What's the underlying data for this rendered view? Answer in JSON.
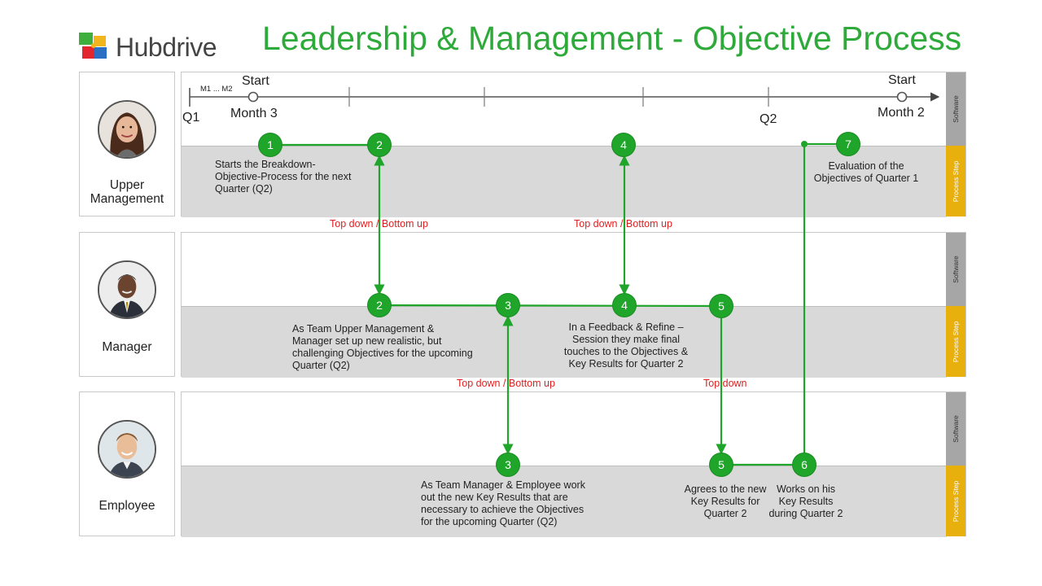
{
  "logo": {
    "text": "Hubdrive"
  },
  "title": "Leadership & Management - Objective Process",
  "roles": {
    "upper": {
      "lines": [
        "Upper",
        "Management"
      ]
    },
    "manager": {
      "lines": [
        "Manager"
      ]
    },
    "employee": {
      "lines": [
        "Employee"
      ]
    }
  },
  "lane_side": {
    "software": "Software",
    "process": "Process Step"
  },
  "timeline": {
    "q1": "Q1",
    "m1m2": "M1 ... M2",
    "start_left": "Start",
    "month_left": "Month 3",
    "q2": "Q2",
    "start_right": "Start",
    "month_right": "Month 2"
  },
  "steps": {
    "s1": "1",
    "s2u": "2",
    "s4u": "4",
    "s7": "7",
    "s2m": "2",
    "s3m": "3",
    "s4m": "4",
    "s5m": "5",
    "s3e": "3",
    "s5e": "5",
    "s6": "6"
  },
  "descriptions": {
    "upper_left": [
      "Starts the Breakdown-",
      "Objective-Process for the next",
      "Quarter (Q2)"
    ],
    "upper_right": [
      "Evaluation of the",
      "Objectives of Quarter 1"
    ],
    "manager_left": [
      "As Team Upper Management &",
      "Manager set up new realistic, but",
      "challenging Objectives for the upcoming",
      "Quarter (Q2)"
    ],
    "manager_mid": [
      "In a Feedback & Refine –",
      "Session they make final",
      "touches to the Objectives &",
      "Key Results for Quarter 2"
    ],
    "employee_left": [
      "As Team Manager & Employee work",
      "out the new Key Results that are",
      "necessary to achieve the Objectives",
      "for the upcoming Quarter (Q2)"
    ],
    "employee_mid": [
      "Agrees to the new",
      "Key Results for",
      "Quarter 2"
    ],
    "employee_right": [
      "Works on his",
      "Key Results",
      "during Quarter 2"
    ]
  },
  "flows": {
    "f1": "Top down / Bottom up",
    "f2": "Top down / Bottom up",
    "f3": "Top down / Bottom up",
    "f4": "Top down"
  },
  "colors": {
    "title_green": "#2eaa3a",
    "step_green": "#1fa52a",
    "flow_red": "#e02020",
    "software_gray": "#a6a6a6",
    "process_yellow": "#e8b00c",
    "lane_gray": "#d9d9d9"
  },
  "icons": [
    "logo-puzzle-icon",
    "timeline-arrow-icon",
    "milestone-circle-icon"
  ]
}
